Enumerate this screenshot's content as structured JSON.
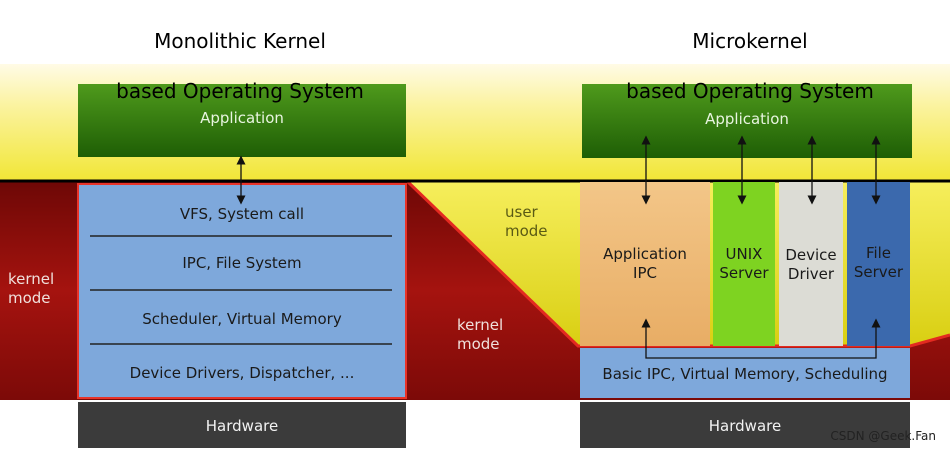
{
  "monolithic": {
    "title_line1": "Monolithic Kernel",
    "title_line2": "based Operating System",
    "application": "Application",
    "layers": [
      "VFS, System call",
      "IPC, File System",
      "Scheduler, Virtual Memory",
      "Device Drivers, Dispatcher, ..."
    ],
    "hardware": "Hardware",
    "kernel_mode_label": "kernel\nmode"
  },
  "microkernel": {
    "title_line1": "Microkernel",
    "title_line2": "based Operating System",
    "application": "Application",
    "servers": [
      "Application\nIPC",
      "UNIX\nServer",
      "Device\nDriver",
      "File\nServer"
    ],
    "kernel_layer": "Basic IPC, Virtual Memory, Scheduling",
    "hardware": "Hardware",
    "user_mode_label": "user\nmode",
    "kernel_mode_label": "kernel\nmode"
  },
  "colors": {
    "application_green": "#3a8a12",
    "kernel_blue": "#7da7d9",
    "kernel_red": "#a81410",
    "user_yellow": "#f3f05a",
    "hardware_gray": "#3a3a3a",
    "app_ipc_orange": "#f0bb7a",
    "unix_green": "#7ed321",
    "device_gray": "#dcdcd6",
    "file_blue": "#3a68ad"
  },
  "watermark": "CSDN @Geek.Fan"
}
